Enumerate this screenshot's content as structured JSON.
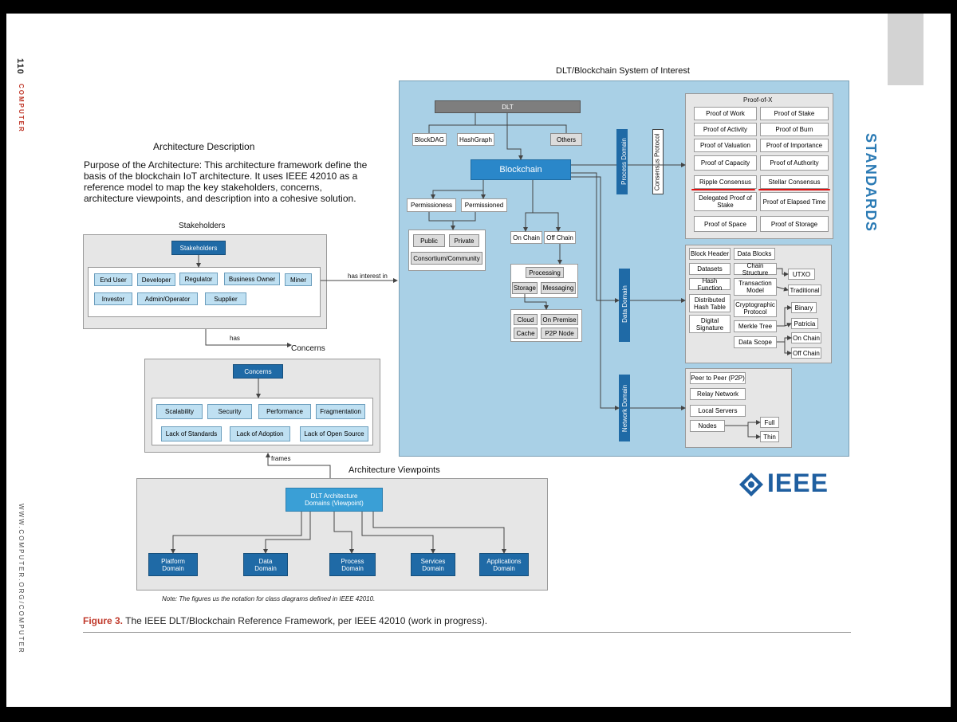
{
  "sidebar": {
    "page_number": "110",
    "magazine": "COMPUTER",
    "url": "WWW.COMPUTER.ORG/COMPUTER"
  },
  "section_tab": "STANDARDS",
  "dlt_title": "DLT/Blockchain  System of Interest",
  "architecture": {
    "heading": "Architecture Description",
    "purpose": "Purpose of the Architecture: This architecture framework define the basis of the blockchain IoT architecture.  It uses IEEE 42010 as a reference model to map the key stakeholders, concerns, architecture viewpoints, and description into a cohesive solution."
  },
  "stakeholders": {
    "label": "Stakeholders",
    "box": "Stakeholders",
    "items": [
      "End User",
      "Developer",
      "Regulator",
      "Business Owner",
      "Miner",
      "Investor",
      "Admin/Operator",
      "Supplier"
    ]
  },
  "relations": {
    "has_interest_in": "has interest in",
    "has": "has",
    "frames": "frames"
  },
  "concerns": {
    "label": "Concerns",
    "box": "Concerns",
    "items": [
      "Scalability",
      "Security",
      "Performance",
      "Fragmentation",
      "Lack of Standards",
      "Lack of Adoption",
      "Lack of Open Source"
    ]
  },
  "viewpoints": {
    "label": "Architecture Viewpoints",
    "box": "DLT Architecture Domains (Viewpoint)",
    "domains": [
      "Platform Domain",
      "Data Domain",
      "Process Domain",
      "Services Domain",
      "Applications Domain"
    ],
    "note": "Note: The figures us the notation for class diagrams defined in IEEE 42010."
  },
  "dlt": {
    "root": "DLT",
    "children": [
      "BlockDAG",
      "HashGraph",
      "Others"
    ],
    "blockchain": "Blockchain",
    "permission": [
      "Permissioness",
      "Permissioned"
    ],
    "types": [
      "Public",
      "Private",
      "Consortium/Community"
    ],
    "chain": [
      "On Chain",
      "Off Chain"
    ],
    "offchain": [
      "Processing",
      "Storage",
      "Messaging"
    ],
    "storage": [
      "Cloud",
      "On Premise",
      "Cache",
      "P2P Node"
    ],
    "bars": [
      "Process Domain",
      "Consensus Protocol",
      "Data Domain",
      "Network Domain"
    ]
  },
  "proof": {
    "title": "Proof-of-X",
    "items": [
      "Proof of Work",
      "Proof of Stake",
      "Proof of Activity",
      "Proof of Burn",
      "Proof of Valuation",
      "Proof of Importance",
      "Proof of Capacity",
      "Proof of Authority",
      "Ripple Consensus",
      "Stellar Consensus",
      "Delegated Proof of Stake",
      "Proof of Elapsed Time",
      "Proof of Space",
      "Proof of Storage"
    ]
  },
  "data_domain": {
    "items": [
      "Block Header",
      "Data Blocks",
      "Datasets",
      "Chain Structure",
      "Hash Function",
      "Transaction Model",
      "Distributed Hash Table",
      "Cryptographic Protocol",
      "Digital Signature",
      "Merkle Tree",
      "Data Scope",
      "UTXO",
      "Traditional",
      "Binary",
      "Patricia",
      "On Chain",
      "Off Chain"
    ]
  },
  "network": {
    "items": [
      "Peer to Peer (P2P)",
      "Relay Network",
      "Local Servers",
      "Nodes",
      "Full",
      "Thin"
    ]
  },
  "logo": "IEEE",
  "caption": {
    "label": "Figure 3.",
    "text": " The IEEE DLT/Blockchain Reference Framework, per IEEE 42010 (work in progress)."
  },
  "colors": {
    "accent_blue": "#1f6aa6",
    "light_blue": "#bfe0f2",
    "panel_blue": "#a9d0e6",
    "figure_red": "#c0392b",
    "underline_red": "#e01010"
  }
}
